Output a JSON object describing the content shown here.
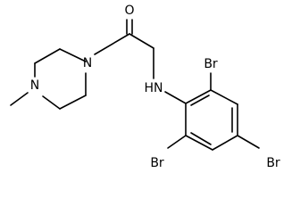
{
  "diagram": {
    "type": "chemical-structure",
    "atoms": {
      "oxygen": "O",
      "piperazine_nitrogen": "N",
      "methyl_nitrogen": "N",
      "amine": "HN",
      "bromine_top": "Br",
      "bromine_right": "Br",
      "bromine_left": "Br"
    },
    "colors": {
      "bond": "#000000",
      "label": "#000000",
      "background": "#ffffff"
    }
  }
}
